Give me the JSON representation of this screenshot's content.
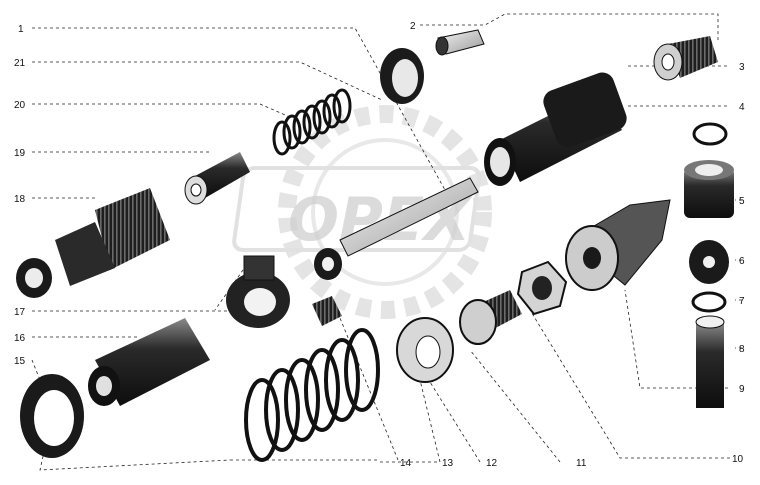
{
  "watermark": {
    "text": "OPEX",
    "color": "#c8c8c8"
  },
  "labels": {
    "l1": "1",
    "l2": "2",
    "l3": "3",
    "l4": "4",
    "l5": "5",
    "l6": "6",
    "l7": "7",
    "l8": "8",
    "l9": "9",
    "l10": "10",
    "l11": "11",
    "l12": "12",
    "l13": "13",
    "l14": "14",
    "l15": "15",
    "l16": "16",
    "l17": "17",
    "l18": "18",
    "l19": "19",
    "l20": "20",
    "l21": "21"
  },
  "colors": {
    "ink": "#111111",
    "part_dark": "#1a1a1a",
    "part_mid": "#555555",
    "part_light": "#d8d8d8",
    "leader": "#222222"
  }
}
